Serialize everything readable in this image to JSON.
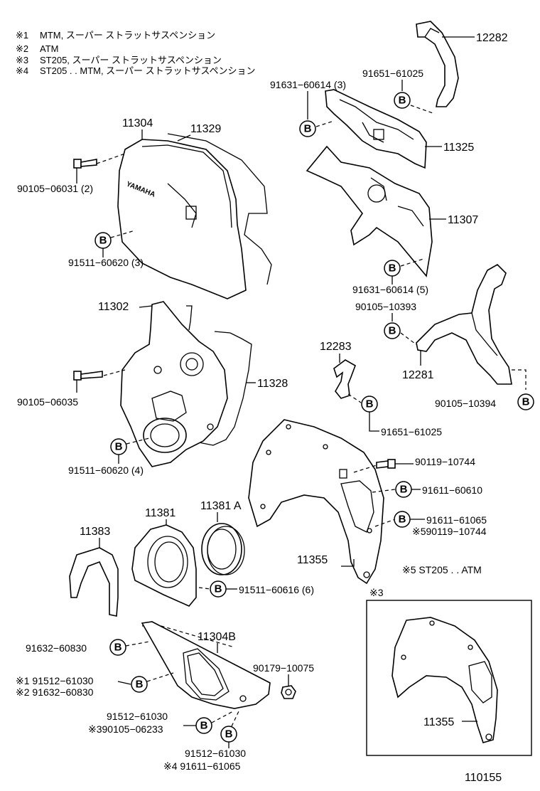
{
  "notes": [
    {
      "mark": "※1",
      "text": "MTM, スーパー ストラットサスペンション"
    },
    {
      "mark": "※2",
      "text": "ATM"
    },
    {
      "mark": "※3",
      "text": "ST205, スーパー ストラットサスペンション"
    },
    {
      "mark": "※4",
      "text": "ST205 . . MTM, スーパー ストラットサスペンション"
    }
  ],
  "bolt_marker": "B",
  "labels": {
    "p12282": "12282",
    "p91651a": "91651−61025",
    "p91631a": "91631−60614 (3)",
    "p11325": "11325",
    "p11304": "11304",
    "p11329": "11329",
    "p90105a": "90105−06031 (2)",
    "p11307": "11307",
    "p91511a": "91511−60620 (3)",
    "p91631b": "91631−60614 (5)",
    "p90105b": "90105−10393",
    "p11302": "11302",
    "p12283": "12283",
    "p12281": "12281",
    "p11328": "11328",
    "p90105c": "90105−06035",
    "p90105d": "90105−10394",
    "p91651b": "91651−61025",
    "p91511b": "91511−60620 (4)",
    "p90119a": "90119−10744",
    "p91611a": "91611−60610",
    "p91611b": "91611−61065",
    "p90119b": "※590119−10744",
    "p11381": "11381",
    "p11381a": "11381 A",
    "p11383": "11383",
    "p11355a": "11355",
    "p91511c": "91511−60616 (6)",
    "note5": "※5  ST205 . . ATM",
    "mark3": "※3",
    "p11304b": "11304B",
    "p91632a": "91632−60830",
    "p90179": "90179−10075",
    "p91512a": "※1  91512−61030",
    "p91632b": "※2  91632−60830",
    "p91512b": "91512−61030",
    "p90105e": "※390105−06233",
    "p11355b": "11355",
    "p91512c": "91512−61030",
    "p91611c": "※4  91611−61065",
    "diagram_id": "110155",
    "cover_logo": "YAMAHA"
  }
}
